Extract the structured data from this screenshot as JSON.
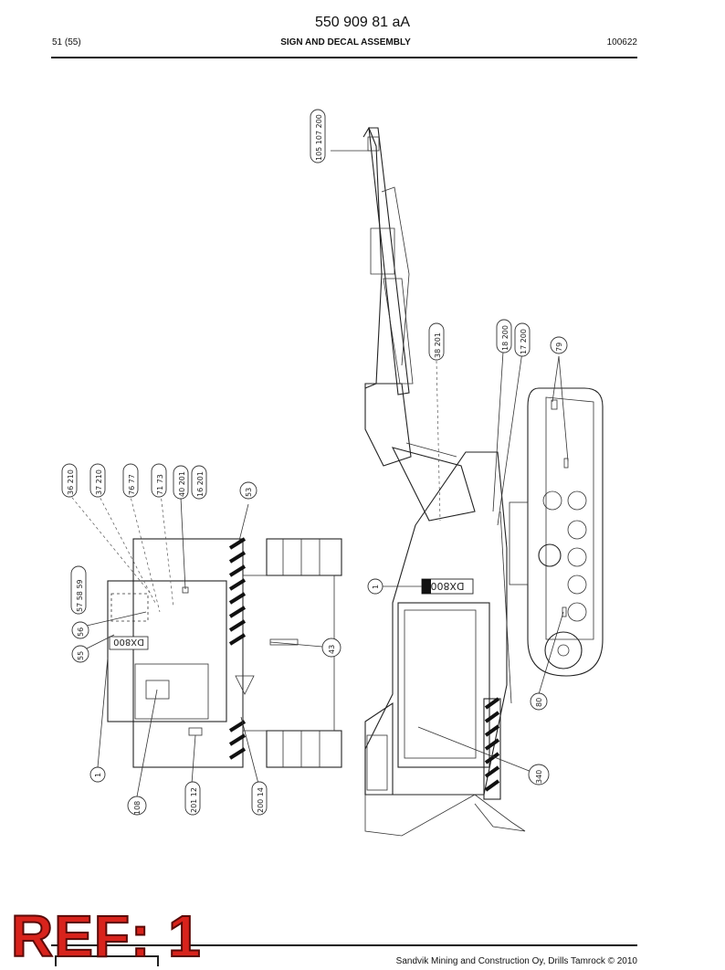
{
  "header": {
    "document_number": "550 909 81 aA",
    "page": "51 (55)",
    "title": "SIGN AND DECAL ASSEMBLY",
    "date_code": "100622"
  },
  "footer": {
    "copyright": "Sandvik Mining and Construction Oy, Drills Tamrock © 2010",
    "stamp": "REF: 1"
  },
  "drawing": {
    "model_decal": "DX800",
    "callouts_side_view": [
      "105",
      "107",
      "200",
      "38",
      "201",
      "18",
      "200",
      "17",
      "200",
      "79",
      "1",
      "80",
      "340"
    ],
    "callouts_rear_view": [
      "36",
      "210",
      "37",
      "210",
      "76",
      "77",
      "71",
      "73",
      "40",
      "201",
      "16",
      "201",
      "53",
      "55",
      "56",
      "57",
      "58",
      "59",
      "43",
      "1",
      "108",
      "201",
      "12",
      "200",
      "14"
    ]
  }
}
